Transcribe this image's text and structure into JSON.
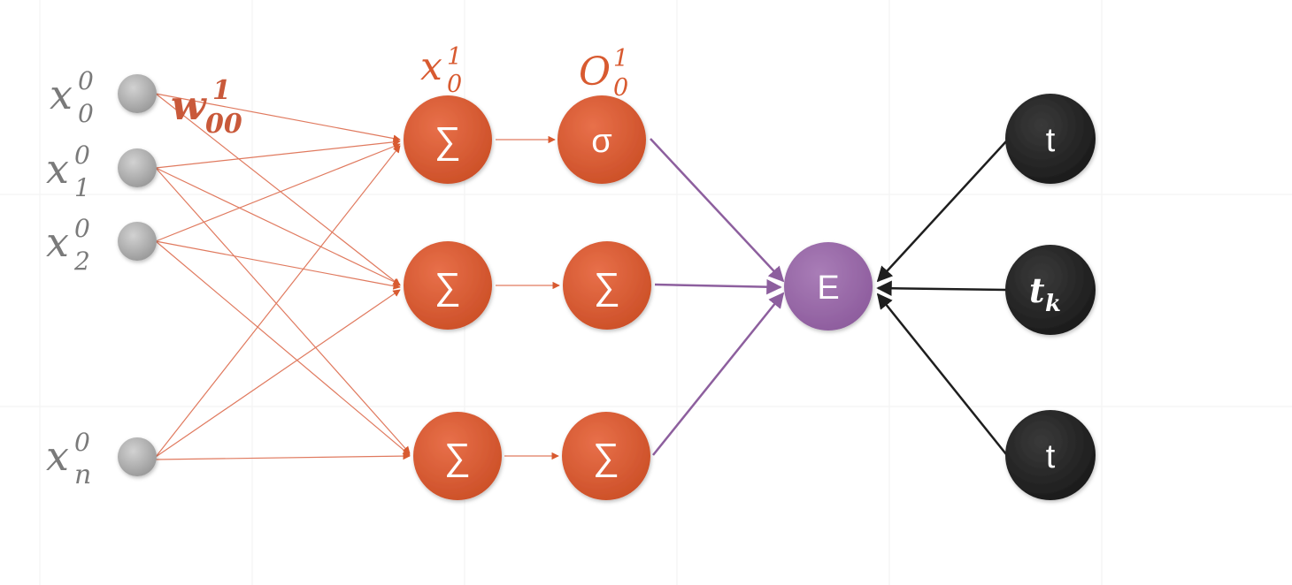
{
  "inputs": [
    {
      "base": "x",
      "sub": "0",
      "sup": "0"
    },
    {
      "base": "x",
      "sub": "1",
      "sup": "0"
    },
    {
      "base": "x",
      "sub": "2",
      "sup": "0"
    },
    {
      "base": "x",
      "sub": "n",
      "sup": "0"
    }
  ],
  "weight_label": {
    "base": "w",
    "sub": "00",
    "sup": "1"
  },
  "sum_label": {
    "base": "x",
    "sub": "0",
    "sup": "1"
  },
  "output_label": {
    "base": "O",
    "sub": "0",
    "sup": "1"
  },
  "sum_nodes": [
    "∑",
    "∑",
    "∑"
  ],
  "activation_nodes": [
    "σ",
    "∑",
    "∑"
  ],
  "error_node": "E",
  "target_nodes": [
    {
      "text": "t",
      "italic_bold": false
    },
    {
      "text": "t",
      "sub": "k",
      "italic_bold": true
    },
    {
      "text": "t",
      "italic_bold": false
    }
  ],
  "colors": {
    "input": "#aeaeae",
    "input_label": "#7a7a7a",
    "sum": "#d85a30",
    "weight_label": "#c9593a",
    "edge": "#e07a5f",
    "error": "#9a6aa8",
    "error_edge": "#8d5f9e",
    "target": "#262626",
    "target_edge": "#1e1e1e"
  }
}
